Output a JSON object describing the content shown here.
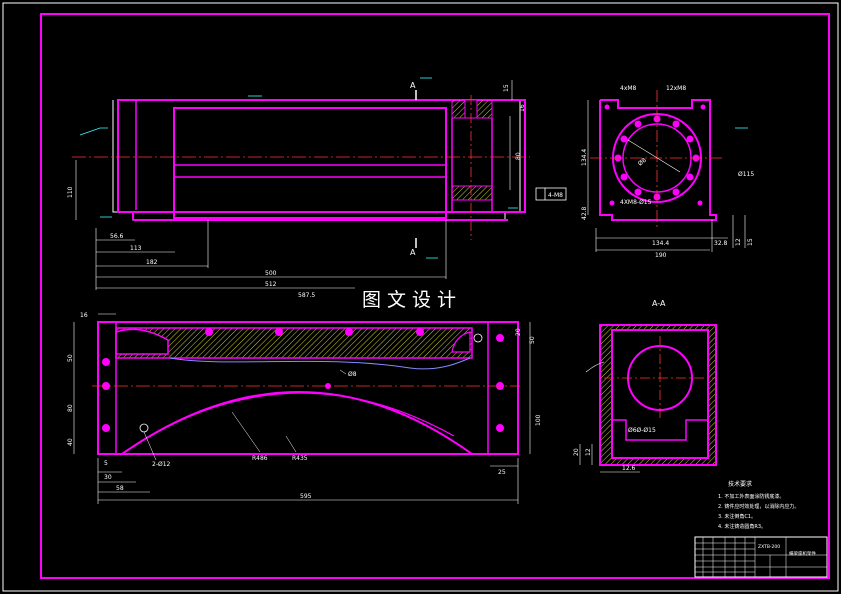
{
  "watermark": "图文设计",
  "front_view": {
    "section_marks": [
      "A",
      "A"
    ],
    "dims": {
      "d15": "15",
      "d16": "16",
      "d80": "80",
      "d110": "110",
      "d56_6": "56.6",
      "d113": "113",
      "d182": "182",
      "d500": "500",
      "d512": "512",
      "d587_5": "587.5"
    },
    "datum_box": "4-M8"
  },
  "side_view": {
    "labels": {
      "holes_top_left": "4xM8",
      "holes_top_right": "12xM8",
      "holes_bottom": "4XM8-Ø15",
      "diameter_small": "Ø8",
      "diameter_large": "Ø115"
    },
    "dims": {
      "d134_4_v": "134.4",
      "d42_8": "42.8",
      "d134_4_h": "134.4",
      "d32_8": "32.8",
      "d190": "190",
      "d12": "12",
      "d15": "15"
    }
  },
  "plan_view": {
    "dims": {
      "d16": "16",
      "d50": "50",
      "d80": "80",
      "d40": "40",
      "d5": "5",
      "d30": "30",
      "d58": "58",
      "d595": "595",
      "d20": "20",
      "d50r": "50",
      "d100": "100",
      "d25": "25"
    },
    "labels": {
      "holes": "2-Ø12",
      "r1": "R486",
      "r2": "R435",
      "center_hole": "Ø8"
    }
  },
  "section_view": {
    "title": "A-A",
    "labels": {
      "holes": "Ø6Ø-Ø15"
    },
    "dims": {
      "d20": "20",
      "d12": "12",
      "d12_6": "12.6"
    }
  },
  "technical_requirements": {
    "title": "技术要求",
    "items": [
      "1. 不加工外表面涂防锈底漆。",
      "2. 铸件应时效处理，以消除内应力。",
      "3. 未注倒角C1。",
      "4. 未注铸造圆角R3。"
    ]
  },
  "title_block": {
    "drawing_no": "ZXTB-200",
    "part_name": "横梁座机架件"
  }
}
